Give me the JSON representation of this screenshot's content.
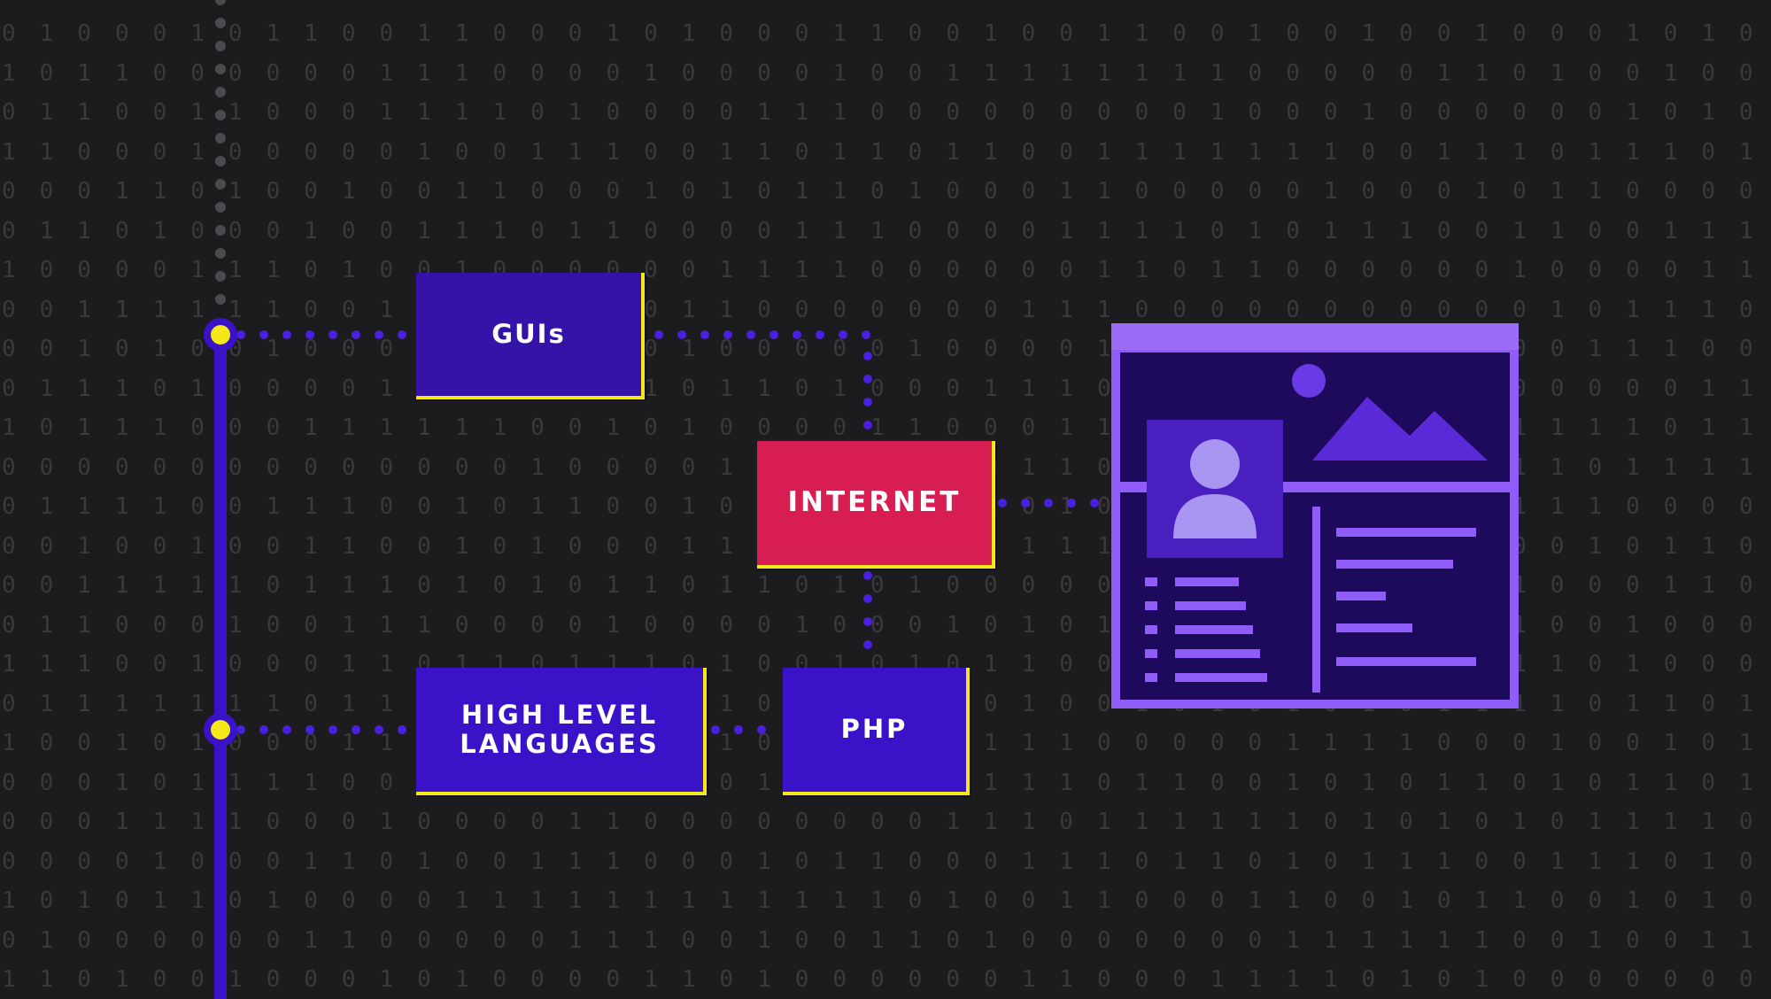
{
  "nodes": {
    "guis": "GUIs",
    "internet": "INTERNET",
    "high_level_languages_line1": "HIGH LEVEL",
    "high_level_languages_line2": "LANGUAGES",
    "php": "PHP"
  },
  "colors": {
    "background": "#1c1c1e",
    "binary_digits": "#3a3a3c",
    "timeline": "#3a12c8",
    "dotted_connector": "#4b1fe0",
    "node_purple": "#3a12c8",
    "node_internet": "#d81d52",
    "node_accent_border": "#f5e81a",
    "timeline_marker": "#f5e81a",
    "illustration_frame": "#8f5cf7",
    "illustration_fill": "#1e0a5c"
  },
  "icons": {
    "timeline_marker": "circle-marker-icon",
    "illustration": "web-page-profile-icon",
    "avatar": "user-avatar-icon",
    "image": "landscape-image-icon"
  }
}
